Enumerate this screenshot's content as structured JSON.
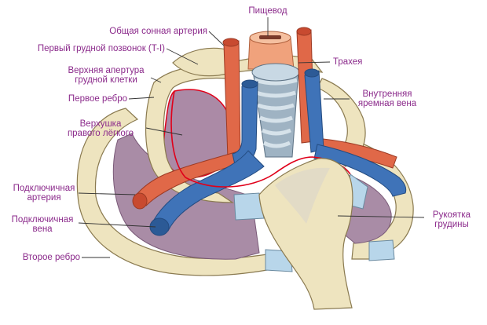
{
  "labels": {
    "esophagus": "Пищевод",
    "common_carotid": "Общая сонная артерия",
    "first_thoracic_vertebra": "Первый грудной позвонок (T-I)",
    "trachea": "Трахея",
    "superior_aperture_line1": "Верхняя апертура",
    "superior_aperture_line2": "грудной клетки",
    "first_rib": "Первое ребро",
    "internal_jugular_line1": "Внутренняя",
    "internal_jugular_line2": "яремная вена",
    "lung_apex_line1": "Верхушка",
    "lung_apex_line2": "правого лёгкого",
    "subclavian_artery_line1": "Подключичная",
    "subclavian_artery_line2": "артерия",
    "manubrium_line1": "Рукоятка",
    "manubrium_line2": "грудины",
    "subclavian_vein_line1": "Подключичная",
    "subclavian_vein_line2": "вена",
    "second_rib": "Второе ребро"
  },
  "colors": {
    "label_text": "#8b2a8b",
    "bone": "#eee4bf",
    "bone_outline": "#8a7a50",
    "cartilage": "#b8d6ea",
    "lung": "#ab8aa6",
    "artery": "#e06848",
    "vein": "#3f73b8",
    "trachea": "#9fb3c3",
    "esophagus": "#f0a27c",
    "aperture_line": "#e0001a"
  }
}
